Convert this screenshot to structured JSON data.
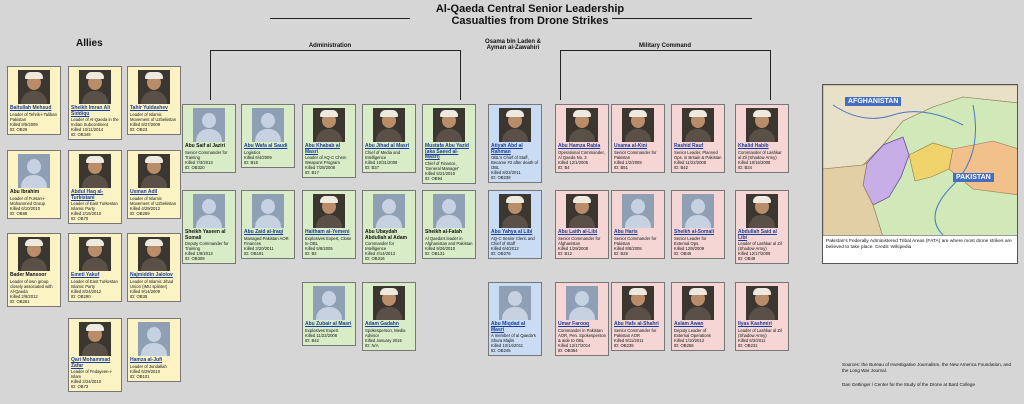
{
  "title": {
    "line1": "Al-Qaeda Central Senior Leadership",
    "line2": "Casualties from Drone Strikes"
  },
  "sections": {
    "allies": "Allies",
    "administration": "Administration",
    "leaders": "Osama bin Laden & Ayman al-Zawahiri",
    "military": "Military Command"
  },
  "allies": [
    {
      "name": "Baitullah Mehsud",
      "desc": "Leader of Tehrik-i-Taliban Pakistan",
      "killed": "Killed 8/5/2009",
      "id": "ID: OB29",
      "link": true,
      "photo": true
    },
    {
      "name": "Sheikh Imran Ali Siddiqu",
      "desc": "Leader of Al-Qaeda in the Indian Subcontinent",
      "killed": "Killed 10/11/2014",
      "id": "ID: OB348",
      "link": true,
      "photo": true
    },
    {
      "name": "Tahir Yuldashev",
      "desc": "Leader of Islamic Movement of Uzbekistan",
      "killed": "Killed 8/27/2009",
      "id": "ID: OB23",
      "link": true,
      "photo": true
    },
    {
      "name": "Abu Ibrahim",
      "desc": "Leader of Fursan-i-Mohammed Group",
      "killed": "Killed 6/10/2010",
      "id": "ID: OB88",
      "link": false,
      "photo": false
    },
    {
      "name": "Abdul Haq al-Turkistani",
      "desc": "Leader of East Turkestan Islamic Party",
      "killed": "Killed 2/15/2010",
      "id": "ID: OB70",
      "link": true,
      "photo": true
    },
    {
      "name": "Usman Adil",
      "desc": "Leader of Islamic Movement of Uzbekistan",
      "killed": "Killed 4/29/2012",
      "id": "ID: OB269",
      "link": true,
      "photo": true
    },
    {
      "name": "Bader Mansoor",
      "desc": "Leader of own group closely associated with Al-Qaeda",
      "killed": "Killed 2/9/2012",
      "id": "ID: OB261",
      "link": false,
      "photo": true
    },
    {
      "name": "Emeti Yakuf",
      "desc": "Leader of East Turkestan Islamic Party",
      "killed": "Killed 8/24/2012",
      "id": "ID: OB290",
      "link": true,
      "photo": true
    },
    {
      "name": "Najmiddin Jalolov",
      "desc": "Leader of Islamic Jihad Union (IMU splinter)",
      "killed": "Killed 9/14/2009",
      "id": "ID: OB35",
      "link": true,
      "photo": true
    },
    {
      "name": "Qari Mohammad Zafar",
      "desc": "Leader of Fedayeen-i-Islam",
      "killed": "Killed 2/24/2010",
      "id": "ID: OB73",
      "link": true,
      "photo": true
    },
    {
      "name": "Hamza al-Jufi",
      "desc": "Leader of Jundallah",
      "killed": "Killed 6/29/2010",
      "id": "ID: OB101",
      "link": true,
      "photo": false
    }
  ],
  "administration": [
    {
      "name": "Abu Saif al Jaziri",
      "desc": "Senior Commander for Training",
      "killed": "Killed 7/3/2013",
      "id": "ID: OB320",
      "link": false,
      "photo": false
    },
    {
      "name": "Abu Wafa al Saudi",
      "desc": "Logistics",
      "killed": "Killed 6/4/2009",
      "id": "ID: B16",
      "link": true,
      "photo": false
    },
    {
      "name": "Abu Khabab al Masri",
      "desc": "Leader of AQ-C Chem Weapons Program",
      "killed": "Killed 7/28/2008",
      "id": "ID: B17",
      "link": true,
      "photo": true
    },
    {
      "name": "Abu Jihad al Masri",
      "desc": "Chief of Media and Intelligence",
      "killed": "Killed 10/31/2008",
      "id": "ID: B37",
      "link": true,
      "photo": true
    },
    {
      "name": "Mustafa Abu Yazid (aka Saeed al-Masri)",
      "desc": "Chief of Finance, 'General Manager'",
      "killed": "Killed 5/21/2010",
      "id": "ID: OB94",
      "link": true,
      "photo": true
    },
    {
      "name": "Sheikh Yaseen al Somali",
      "desc": "Deputy Commander for Training",
      "killed": "Killed 1/9/2013",
      "id": "ID: OB309",
      "link": false,
      "photo": false
    },
    {
      "name": "Abu Zaid al-Iraqi",
      "desc": "Managed Pakistan AOR Finances",
      "killed": "Killed 2/20/2011",
      "id": "ID: OB191",
      "link": true,
      "photo": false
    },
    {
      "name": "Haitham al-Yemeni",
      "desc": "Explosives Expert, Close to OBL",
      "killed": "Killed 5/8/2005",
      "id": "ID: B2",
      "link": true,
      "photo": true
    },
    {
      "name": "Abu Ubaydah Abdullah al Adam",
      "desc": "Commander for Intelligence",
      "killed": "Killed 4/14/2013",
      "id": "ID: OB316",
      "link": false,
      "photo": false
    },
    {
      "name": "Sheikh al-Fatah",
      "desc": "Al Qaeda's leader in Afghanistan and Pakistan",
      "killed": "Killed 9/26/2010",
      "id": "ID: OB131",
      "link": false,
      "photo": false
    },
    {
      "name": "Abu Zubair al Masri",
      "desc": "Explosives Expert",
      "killed": "Killed 11/22/2008",
      "id": "ID: B42",
      "link": true,
      "photo": false
    },
    {
      "name": "Adam Gadahn",
      "desc": "Spokesperson, Media Advisor",
      "killed": "Killed January 2015",
      "id": "ID: N/A",
      "link": true,
      "photo": true
    }
  ],
  "leadership": [
    {
      "name": "Atiyah Abd al Rahman",
      "desc": "OBL's Chief of Staff, Became #2 after death of OBL",
      "killed": "Killed 8/22/2011",
      "id": "ID: OB238",
      "link": true,
      "photo": true
    },
    {
      "name": "Abu Yahya al Libi",
      "desc": "AQ-C Senior Cleric and Chief of Staff",
      "killed": "Killed 6/4/2012",
      "id": "ID: OB276",
      "link": true,
      "photo": true
    },
    {
      "name": "Abu Miqdad al Masri",
      "desc": "A member of al Qaeda's Shura Majlis",
      "killed": "Killed 10/14/2011",
      "id": "ID: OB245",
      "link": true,
      "photo": false
    }
  ],
  "military": [
    {
      "name": "Abu Hamza Rabia",
      "desc": "Operational Commander, Al Qaeda No. 3",
      "killed": "Killed 12/1/2005",
      "id": "ID: B4",
      "link": true,
      "photo": true
    },
    {
      "name": "Usama al-Kini",
      "desc": "Senior Commander for Pakistan",
      "killed": "Killed 1/2/2009",
      "id": "ID: B51",
      "link": true,
      "photo": true
    },
    {
      "name": "Rashid Rauf",
      "desc": "Senior Leader, Planned Ops. in Britain & Pakistan",
      "killed": "Killed 11/22/2008",
      "id": "ID: B42",
      "link": true,
      "photo": true
    },
    {
      "name": "Khalid Habib",
      "desc": "Commander of Lashkar al Zil (Shadow Army)",
      "killed": "Killed 10/16/2008",
      "id": "ID: B34",
      "link": true,
      "photo": true
    },
    {
      "name": "Abu Laith al-Libi",
      "desc": "Senior Commander for Afghanistan",
      "killed": "Killed 1/29/2008",
      "id": "ID: B12",
      "link": true,
      "photo": true
    },
    {
      "name": "Abu Haris",
      "desc": "Senior Commander for Pakistan",
      "killed": "Killed 8/8/2008",
      "id": "ID: B26",
      "link": true,
      "photo": false
    },
    {
      "name": "Sheikh al-Somali",
      "desc": "Senior Leader for External Ops.",
      "killed": "Killed 12/8/2009",
      "id": "ID: OB46",
      "link": true,
      "photo": false
    },
    {
      "name": "Abdullah Said al Libi",
      "desc": "Leader of Lashkar al Zil (Shadow Army)",
      "killed": "Killed 12/17/2009",
      "id": "ID: OB49",
      "link": true,
      "photo": true
    },
    {
      "name": "Umar Farooq",
      "desc": "Commander in Pakistan AOR, Pen. Spokesperson & aide to OBL",
      "killed": "Killed 12/17/2014",
      "id": "ID: OB354",
      "link": true,
      "photo": false
    },
    {
      "name": "Abu Hafs al-Shahri",
      "desc": "Senior Commander for Pakistan AOR",
      "killed": "Killed 9/11/2011",
      "id": "ID: OB239",
      "link": true,
      "photo": true
    },
    {
      "name": "Aslam Awan",
      "desc": "Deputy Leader of External Operations",
      "killed": "Killed 1/10/2012",
      "id": "ID: OB256",
      "link": true,
      "photo": true
    },
    {
      "name": "Ilyas Kashmiri",
      "desc": "Leader of Lashkar al Zil (Shadow Army)",
      "killed": "Killed 6/3/2011",
      "id": "ID: OB231",
      "link": true,
      "photo": true
    }
  ],
  "map": {
    "labels": [
      "AFGHANISTAN",
      "PAKISTAN"
    ],
    "caption": "Pakistan's Federally Administered Tribal Areas (FATA) are where most drone strikes are believed to take place. Credit: Wikipedia"
  },
  "sources": "Sources: the Bureau of Investigative Journalism, the New America Foundation, and the Long War Journal.",
  "credit": "Dan Gettinger / Center for the Study of the Drone at Bard College",
  "colors": {
    "allies": "#fbf3c4",
    "administration": "#d8ecc7",
    "leadership": "#c9dcf3",
    "military": "#f6d5d5"
  }
}
